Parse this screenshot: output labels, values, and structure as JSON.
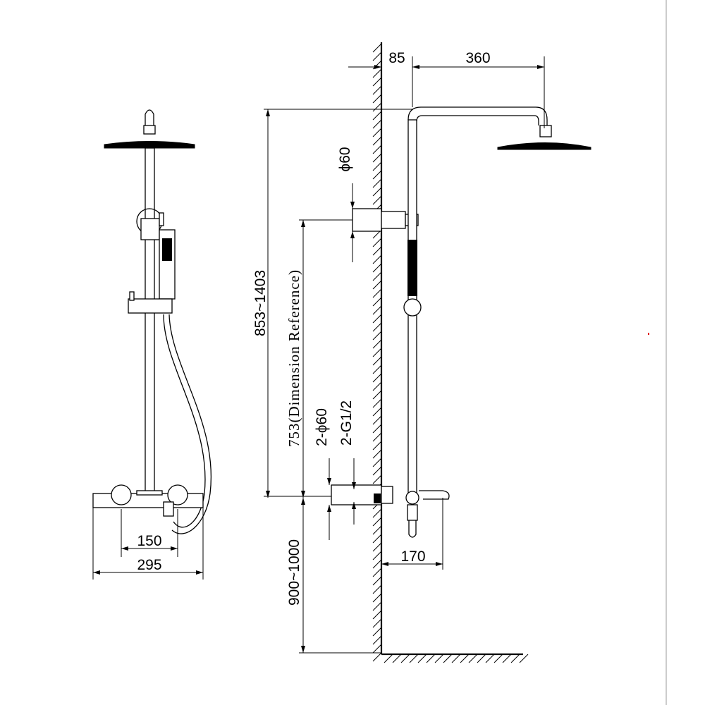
{
  "drawing": {
    "front_view": {
      "width_overall": "295",
      "width_inner": "150"
    },
    "side_view": {
      "wall_offset": "85",
      "arm_reach": "360",
      "head_height": "853~1403",
      "slide_height": "753(Dimension Reference)",
      "flange_dia": "ϕ60",
      "inlet_flange": "2-ϕ60",
      "inlet_thread": "2-G1/2",
      "mixer_height": "900~1000",
      "spout_reach": "170"
    }
  }
}
